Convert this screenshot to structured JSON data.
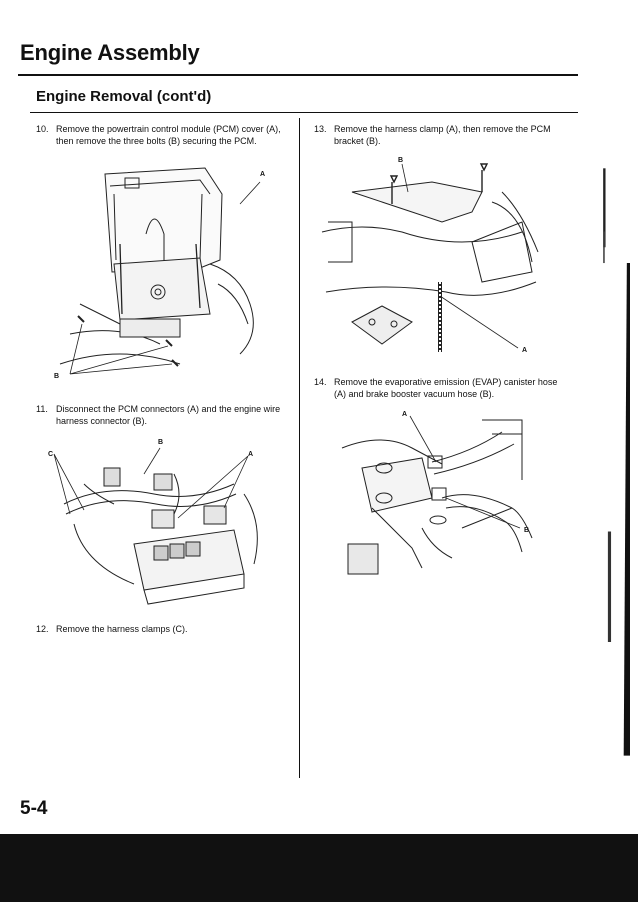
{
  "header": {
    "title": "Engine Assembly",
    "subtitle": "Engine Removal (cont'd)"
  },
  "steps": [
    {
      "num": "10.",
      "text": "Remove the powertrain control module (PCM) cover (A), then remove the three bolts (B) securing the PCM."
    },
    {
      "num": "11.",
      "text": "Disconnect the PCM connectors (A) and the engine wire harness connector (B)."
    },
    {
      "num": "12.",
      "text": "Remove the harness clamps (C)."
    },
    {
      "num": "13.",
      "text": "Remove the harness clamp (A), then remove the PCM bracket (B)."
    },
    {
      "num": "14.",
      "text": "Remove the evaporative emission (EVAP) canister hose (A) and brake booster vacuum hose (B)."
    }
  ],
  "figures": {
    "fig10": {
      "label_a": "A",
      "label_b": "B"
    },
    "fig11": {
      "label_a": "A",
      "label_b": "B",
      "label_c": "C"
    },
    "fig13": {
      "label_a": "A",
      "label_b": "B"
    },
    "fig14": {
      "label_a": "A",
      "label_b": "B"
    }
  },
  "footer": {
    "page_number": "5-4"
  }
}
